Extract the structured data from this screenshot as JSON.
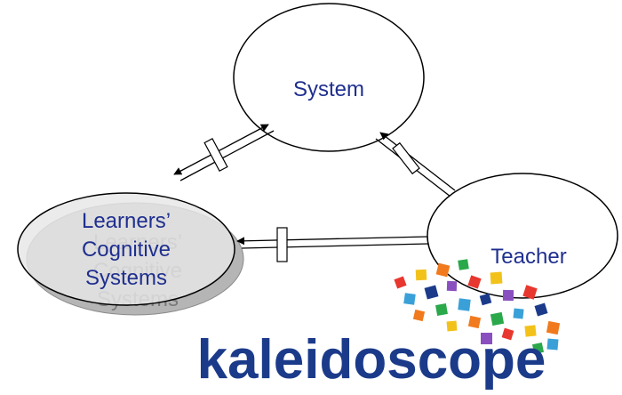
{
  "nodes": {
    "system": {
      "label": "System"
    },
    "learners": {
      "lines": [
        "Learners’",
        "Cognitive",
        "Systems"
      ]
    },
    "teacher": {
      "label": "Teacher"
    }
  },
  "logo": {
    "word": "kaleidoscope",
    "colors": {
      "word": "#1b3b8a",
      "tiles": [
        "#e8372e",
        "#1b3b8a",
        "#2aa84a",
        "#f2c21a",
        "#8a4fbf",
        "#3aa0d8",
        "#f07a1d"
      ]
    }
  },
  "colors": {
    "node_text": "#1f2f8f",
    "outline": "#000000",
    "shadow_fill": "#b5b5b5",
    "shadow_text": "#7a7a7a"
  }
}
